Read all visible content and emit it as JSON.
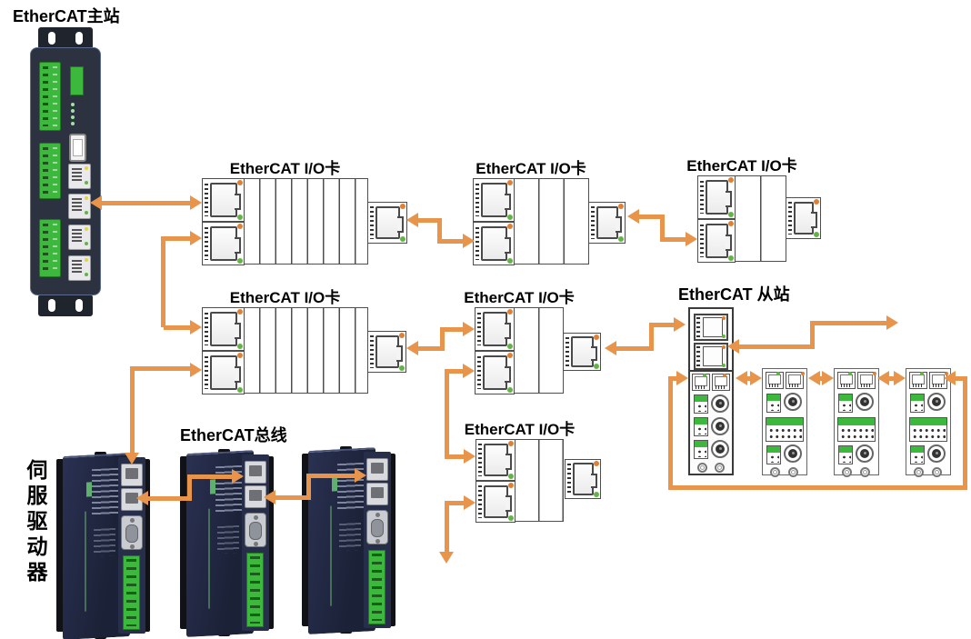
{
  "labels": {
    "master": "EtherCAT主站",
    "io_card": "EtherCAT I/O卡",
    "slave_station": "EtherCAT 从站",
    "bus": "EtherCAT总线",
    "servo_drive": "伺服驱动器"
  },
  "colors": {
    "arrow": "#E8944A",
    "terminal-green": "#3CB83C",
    "dot-orange": "#E08035",
    "dot-green": "#62B545",
    "master-body": "#2C3240",
    "master-edge": "#5A6B8C",
    "drive-body-1": "#2A3152",
    "drive-body-2": "#1B2136",
    "rail-black": "#101218"
  }
}
